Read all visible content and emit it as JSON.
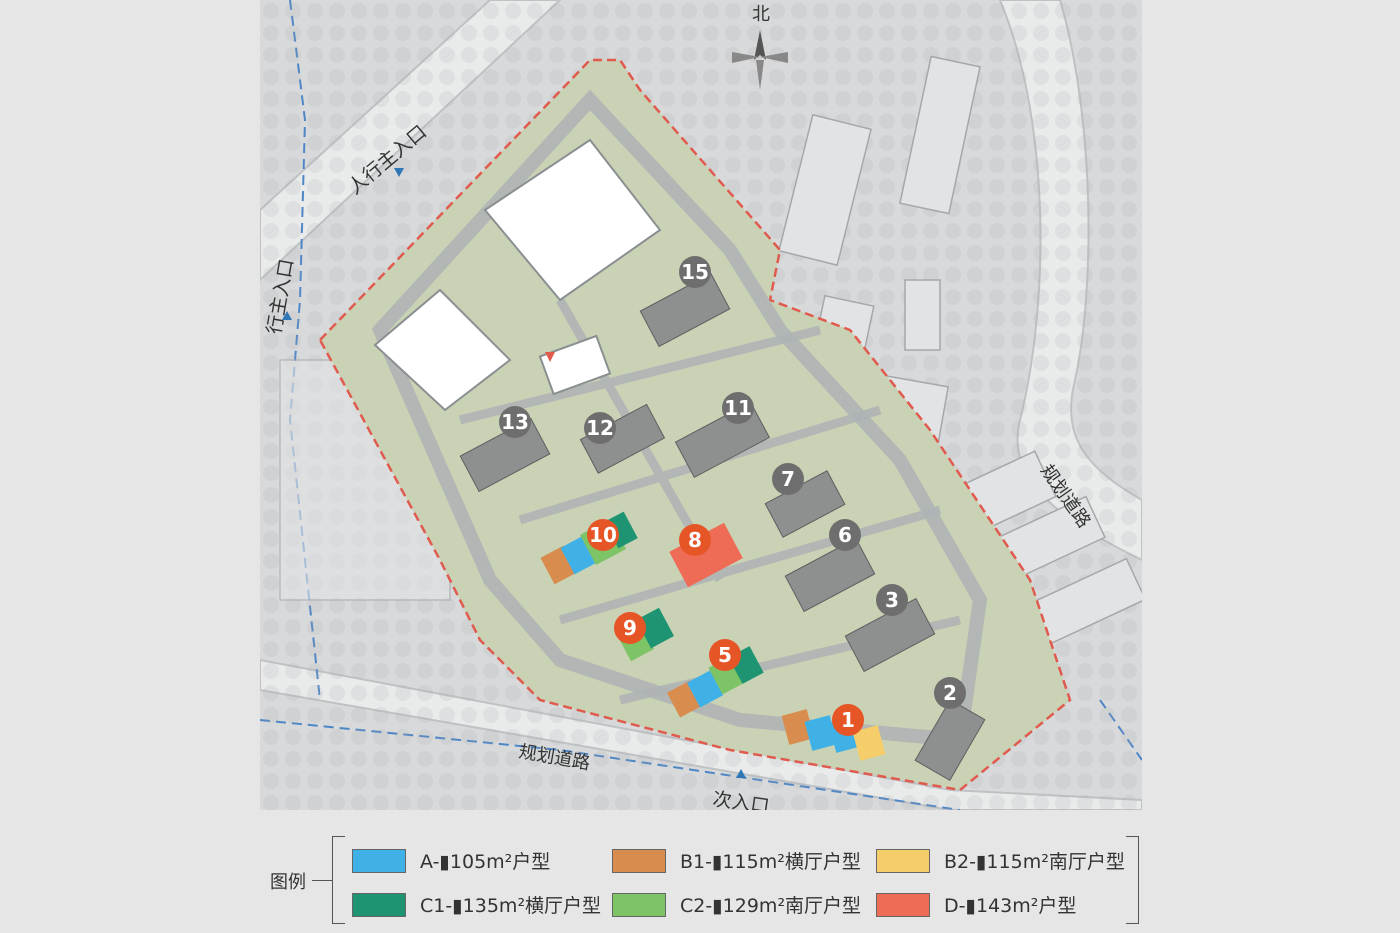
{
  "map": {
    "north_label": "北",
    "road_labels": {
      "pedestrian_main_entrance": "人行主入口",
      "vehicle_main_entrance": "行主入口",
      "secondary_entrance": "次入口",
      "planned_road_east": "规划道路",
      "planned_road_south": "规划道路"
    },
    "building_labels": {
      "b1": "1",
      "b2": "2",
      "b3": "3",
      "b5": "5",
      "b6": "6",
      "b7": "7",
      "b8": "8",
      "b9": "9",
      "b10": "10",
      "b11": "11",
      "b12": "12",
      "b13": "13",
      "b15": "15"
    }
  },
  "legend": {
    "title": "图例",
    "items": [
      {
        "key": "A",
        "label": "A-▮105m²户型",
        "color": "#3fb1e6"
      },
      {
        "key": "B1",
        "label": "B1-▮115m²横厅户型",
        "color": "#d88d4f"
      },
      {
        "key": "B2",
        "label": "B2-▮115m²南厅户型",
        "color": "#f5cd6b"
      },
      {
        "key": "C1",
        "label": "C1-▮135m²横厅户型",
        "color": "#1f9472"
      },
      {
        "key": "C2",
        "label": "C2-▮129m²南厅户型",
        "color": "#7cc465"
      },
      {
        "key": "D",
        "label": "D-▮143m²户型",
        "color": "#ee6b56"
      }
    ]
  },
  "colors": {
    "site_green": "#c9d2b4",
    "paving": "#b7bcbf",
    "building_gray": "#8a8a8a",
    "badge_gray": "#6e6e6e",
    "badge_orange": "#e65526",
    "boundary_red": "#e05a4e",
    "road_blue": "#4f86c6"
  }
}
